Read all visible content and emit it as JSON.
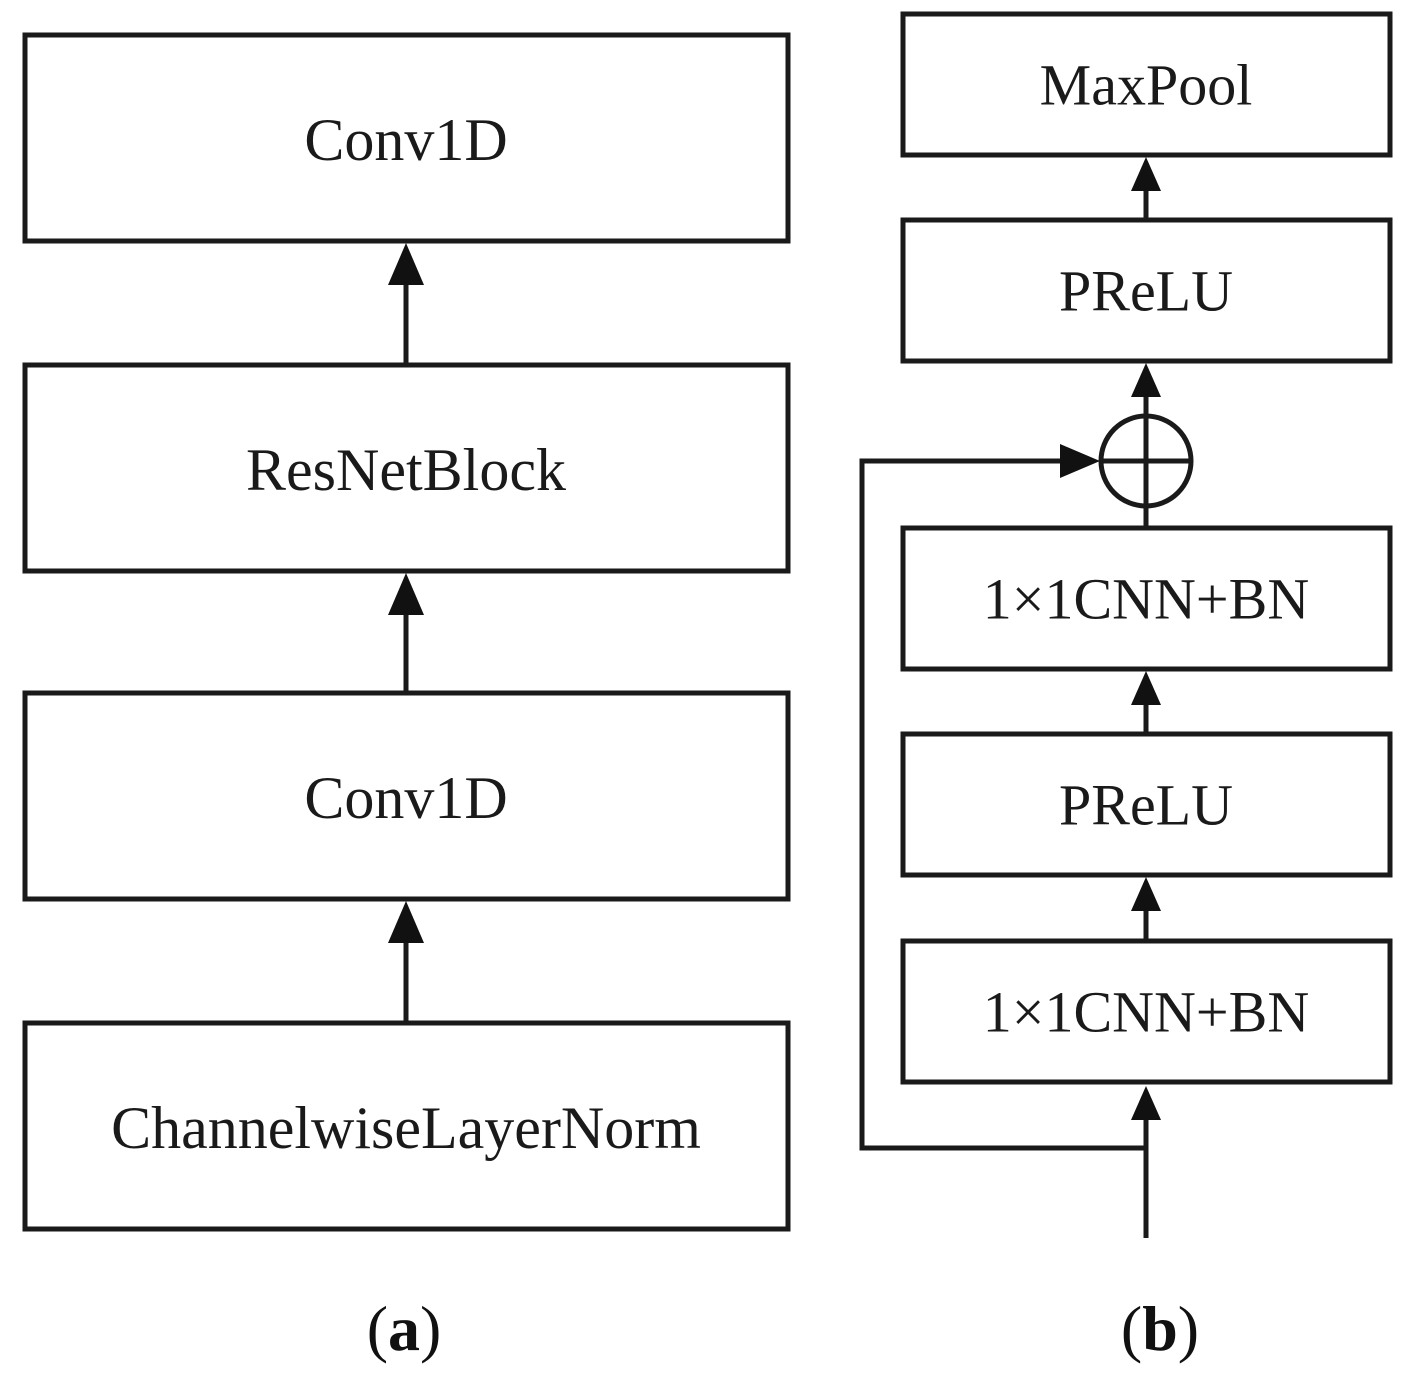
{
  "panel_a": {
    "caption_open": "(",
    "caption_letter": "a",
    "caption_close": ")",
    "blocks": [
      "Conv1D",
      "ResNetBlock",
      "Conv1D",
      "ChannelwiseLayerNorm"
    ]
  },
  "panel_b": {
    "caption_open": "(",
    "caption_letter": "b",
    "caption_close": ")",
    "blocks": [
      "MaxPool",
      "PReLU",
      "1×1CNN+BN",
      "PReLU",
      "1×1CNN+BN"
    ]
  }
}
